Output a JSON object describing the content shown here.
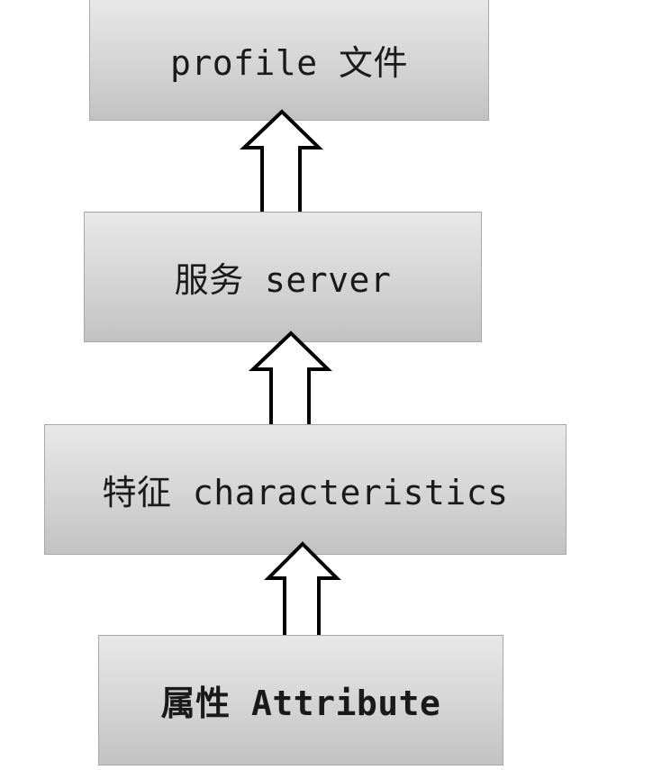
{
  "diagram": {
    "nodes": [
      {
        "id": "profile",
        "label": "profile 文件"
      },
      {
        "id": "server",
        "label": "服务 server"
      },
      {
        "id": "characteristics",
        "label": "特征 characteristics"
      },
      {
        "id": "attribute",
        "label": "属性 Attribute"
      }
    ],
    "edges": [
      {
        "from": "server",
        "to": "profile"
      },
      {
        "from": "characteristics",
        "to": "server"
      },
      {
        "from": "attribute",
        "to": "characteristics"
      }
    ],
    "colors": {
      "box_top": "#e8e8e8",
      "box_bottom": "#c2c2c2",
      "box_border": "#a8a8a8",
      "arrow_fill": "#ffffff",
      "arrow_stroke": "#000000",
      "text": "#1a1a1a"
    }
  }
}
